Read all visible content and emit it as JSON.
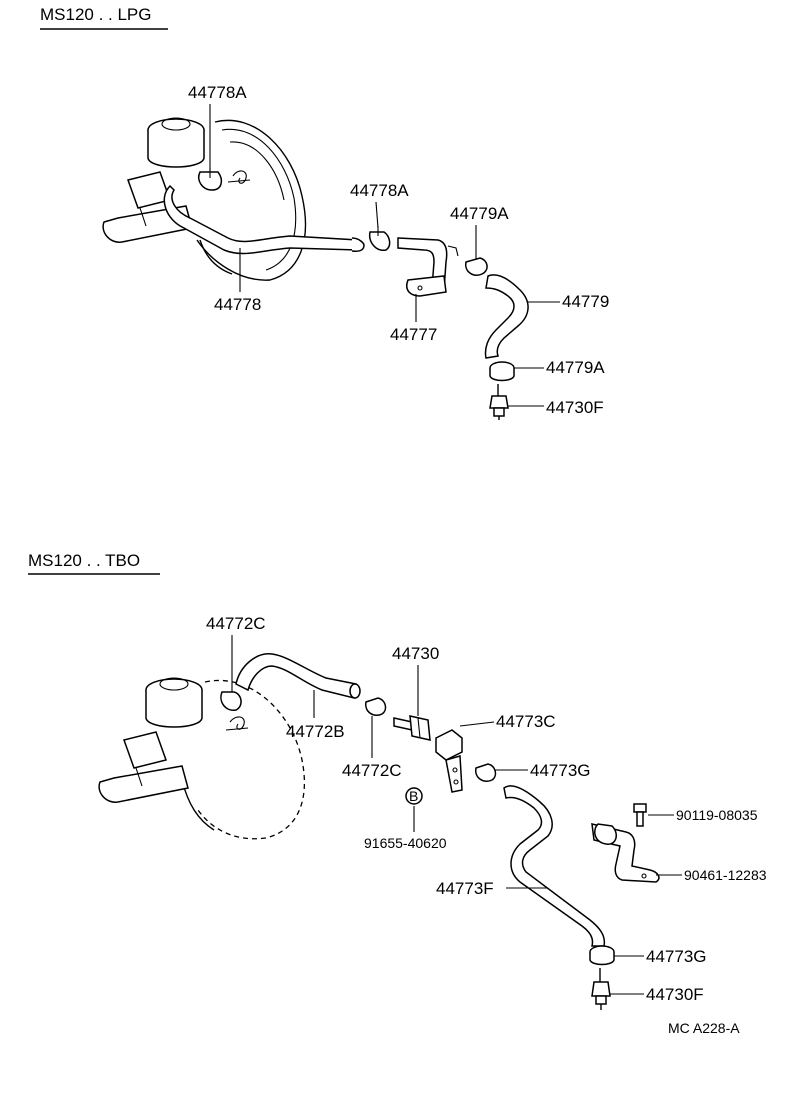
{
  "sections": [
    {
      "id": "lpg",
      "title": "MS120 . . LPG"
    },
    {
      "id": "tbo",
      "title": "MS120 . . TBO"
    }
  ],
  "labels": {
    "p44778A_top": "44778A",
    "p44778A_mid": "44778A",
    "p44778": "44778",
    "p44779A_top": "44779A",
    "p44779": "44779",
    "p44777": "44777",
    "p44779A_bottom": "44779A",
    "p44730F_top": "44730F",
    "p44772C_top": "44772C",
    "p44730": "44730",
    "p44773C": "44773C",
    "p44772B": "44772B",
    "p44772C_bottom": "44772C",
    "p44773G_top": "44773G",
    "p90119": "90119-08035",
    "p91655": "91655-40620",
    "p90461": "90461-12283",
    "p44773F": "44773F",
    "p44773G_bottom": "44773G",
    "p44730F_bottom": "44730F",
    "circleB": "B"
  },
  "figure_code": "MC  A228-A"
}
